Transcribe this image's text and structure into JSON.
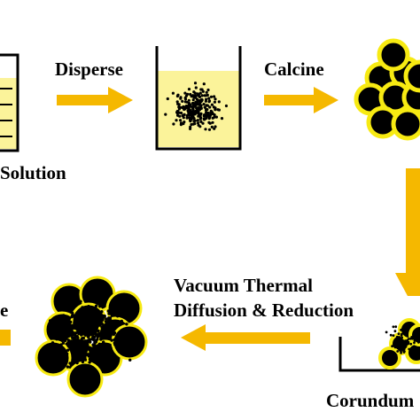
{
  "labels": {
    "solution": "Solution",
    "disperse": "Disperse",
    "calcine": "Calcine",
    "vacuum_line1": "Vacuum Thermal",
    "vacuum_line2": "Diffusion & Reduction",
    "corundum": "Corundum",
    "cut_product": "e"
  },
  "colors": {
    "arrow": "#f5b800",
    "liquid": "#fbf39a",
    "particle_shell": "#f7ea12",
    "particle_core": "#000000",
    "container_stroke": "#000000"
  }
}
